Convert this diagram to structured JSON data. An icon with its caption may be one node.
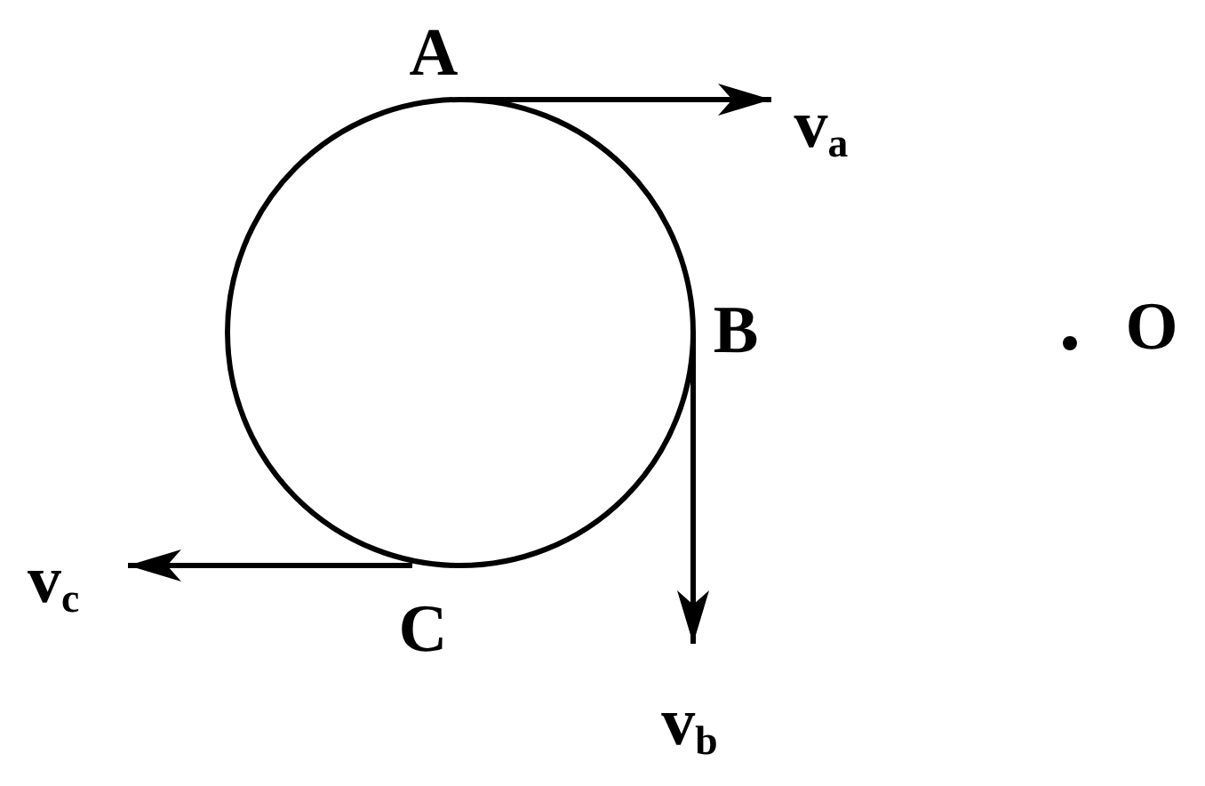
{
  "diagram": {
    "nodes": [
      {
        "text": [],
        "shape": "circle"
      }
    ],
    "labels": [
      "A",
      "v$_{a}$",
      "B",
      "O",
      "v$_{c}$",
      "C",
      "v$_{b}$"
    ]
  }
}
